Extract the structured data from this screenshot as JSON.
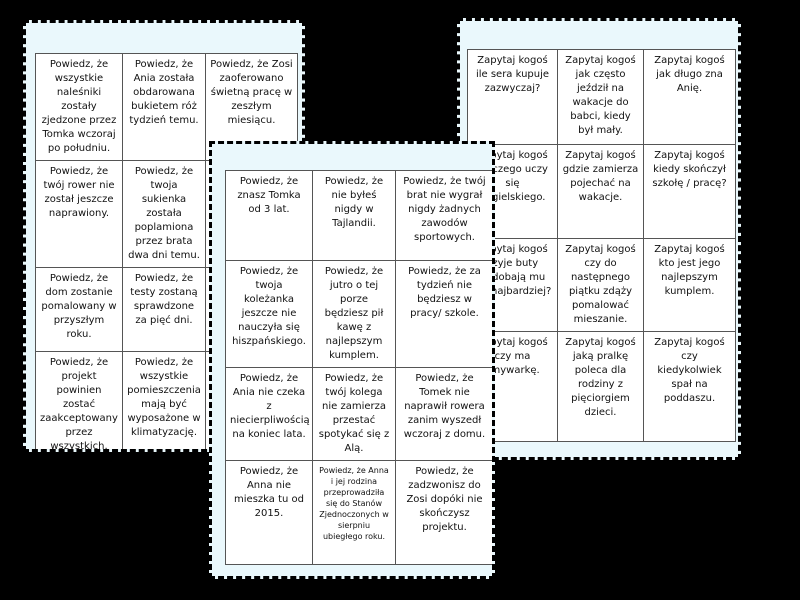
{
  "card_left": {
    "rows": [
      [
        "Powiedz, że wszystkie naleśniki zostały zjedzone przez Tomka wczoraj po południu.",
        "Powiedz, że Ania została obdarowana bukietem róż tydzień temu.",
        "Powiedz, że Zosi zaoferowano świetną pracę w zeszłym miesiącu."
      ],
      [
        "Powiedz, że twój rower nie został jeszcze naprawiony.",
        "Powiedz, że twoja sukienka została poplamiona przez brata dwa dni temu.",
        ""
      ],
      [
        "Powiedz, że dom zostanie pomalowany w przyszłym roku.",
        "Powiedz, że testy zostaną sprawdzone za pięć dni.",
        ""
      ],
      [
        "Powiedz, że projekt powinien zostać zaakceptowany przez wszystkich.",
        "Powiedz, że wszystkie pomieszczenia mają być wyposażone w klimatyzację.",
        ""
      ]
    ]
  },
  "card_middle": {
    "rows": [
      [
        "Powiedz, że znasz Tomka od 3 lat.",
        "Powiedz, że nie byłeś nigdy w Tajlandii.",
        "Powiedz, że twój brat nie wygrał nigdy żadnych zawodów sportowych."
      ],
      [
        "Powiedz, że twoja koleżanka jeszcze nie nauczyła się hiszpańskiego.",
        "Powiedz, że jutro o tej porze będziesz pił kawę z najlepszym kumplem.",
        "Powiedz, że za tydzień nie będziesz w pracy/ szkole."
      ],
      [
        "Powiedz, że Ania nie czeka z niecierpliwością na koniec lata.",
        "Powiedz, że twój kolega nie zamierza przestać spotykać się z Alą.",
        "Powiedz, że Tomek nie naprawił rowera zanim wyszedł wczoraj z domu."
      ],
      [
        "Powiedz, że Anna nie mieszka tu od 2015.",
        "Powiedz, że Anna i jej rodzina przeprowadziła się do Stanów Zjednoczonych w sierpniu ubiegłego roku.",
        "Powiedz, że zadzwonisz do Zosi dopóki nie skończysz projektu."
      ]
    ]
  },
  "card_right": {
    "rows": [
      [
        "Zapytaj kogoś ile sera kupuje zazwyczaj?",
        "Zapytaj kogoś jak często jeździł na wakacje do babci, kiedy był mały.",
        "Zapytaj kogoś jak długo zna Anię."
      ],
      [
        "Zapytaj kogoś dlaczego uczy się angielskiego.",
        "Zapytaj kogoś gdzie zamierza pojechać na wakacje.",
        "Zapytaj kogoś kiedy skończył szkołę / pracę?"
      ],
      [
        "Zapytaj kogoś czyje buty podobają mu się najbardziej?",
        "Zapytaj kogoś czy do następnego piątku zdąży pomalować mieszanie.",
        "Zapytaj kogoś kto jest jego najlepszym kumplem."
      ],
      [
        "Zapytaj kogoś czy ma zmywarkę.",
        "Zapytaj kogoś jaką pralkę poleca dla rodziny z pięciorgiem dzieci.",
        "Zapytaj kogoś czy kiedykolwiek spał na poddaszu."
      ]
    ]
  }
}
